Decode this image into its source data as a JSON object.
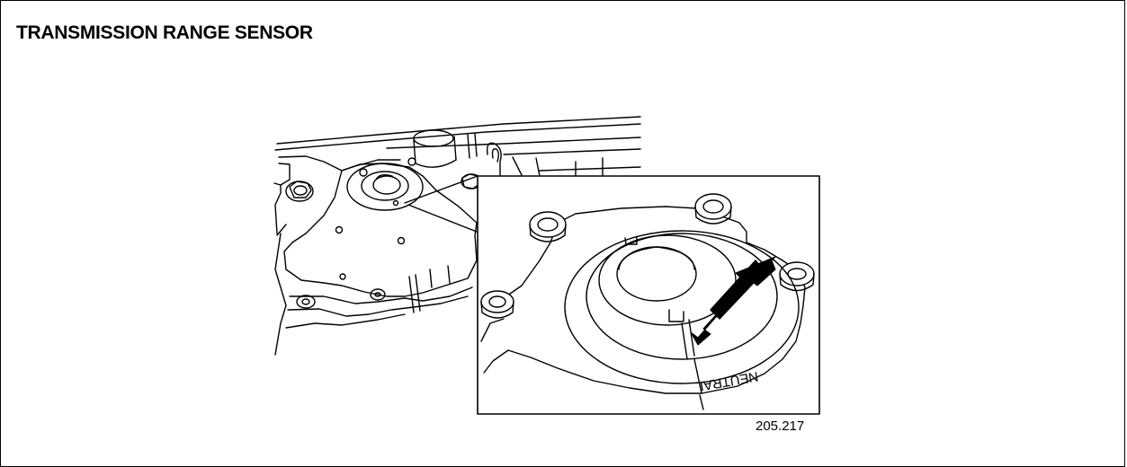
{
  "page": {
    "title": "TRANSMISSION RANGE SENSOR",
    "figure_number": "205.217"
  },
  "diagram": {
    "callout_label": "NEUTRAL",
    "arrow_icon": "arrow-pointer-icon"
  }
}
